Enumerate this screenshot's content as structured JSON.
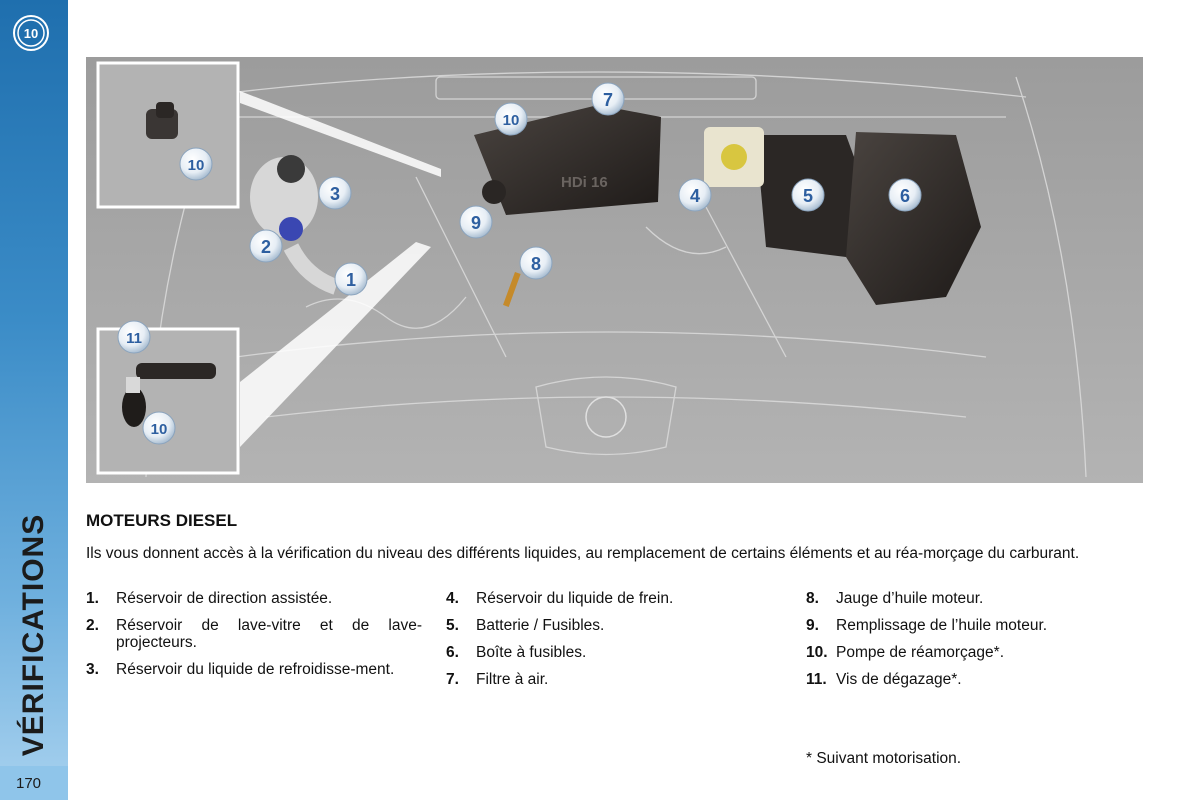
{
  "sidebar": {
    "chapter_number": "10",
    "section_title": "VÉRIFICATIONS",
    "page_number": "170"
  },
  "figure": {
    "callouts": [
      "1",
      "2",
      "3",
      "4",
      "5",
      "6",
      "7",
      "8",
      "9",
      "10",
      "10",
      "10",
      "11"
    ],
    "engine_cover_text": "HDi 16"
  },
  "content": {
    "title": "MOTEURS DIESEL",
    "intro": "Ils vous donnent accès à la vérification du niveau des différents liquides, au remplacement de certains éléments et au réa-morçage du carburant.",
    "columns": [
      [
        {
          "num": "1.",
          "text": "Réservoir de direction assistée."
        },
        {
          "num": "2.",
          "text": "Réservoir de lave-vitre et de lave-projecteurs."
        },
        {
          "num": "3.",
          "text": "Réservoir du liquide de refroidisse-ment."
        }
      ],
      [
        {
          "num": "4.",
          "text": "Réservoir du liquide de frein."
        },
        {
          "num": "5.",
          "text": "Batterie / Fusibles."
        },
        {
          "num": "6.",
          "text": "Boîte à fusibles."
        },
        {
          "num": "7.",
          "text": "Filtre à air."
        }
      ],
      [
        {
          "num": "8.",
          "text": "Jauge d’huile moteur."
        },
        {
          "num": "9.",
          "text": "Remplissage de l’huile moteur."
        },
        {
          "num": "10.",
          "text": "Pompe de réamorçage*."
        },
        {
          "num": "11.",
          "text": "Vis de dégazage*."
        }
      ]
    ],
    "footnote": "* Suivant motorisation."
  }
}
